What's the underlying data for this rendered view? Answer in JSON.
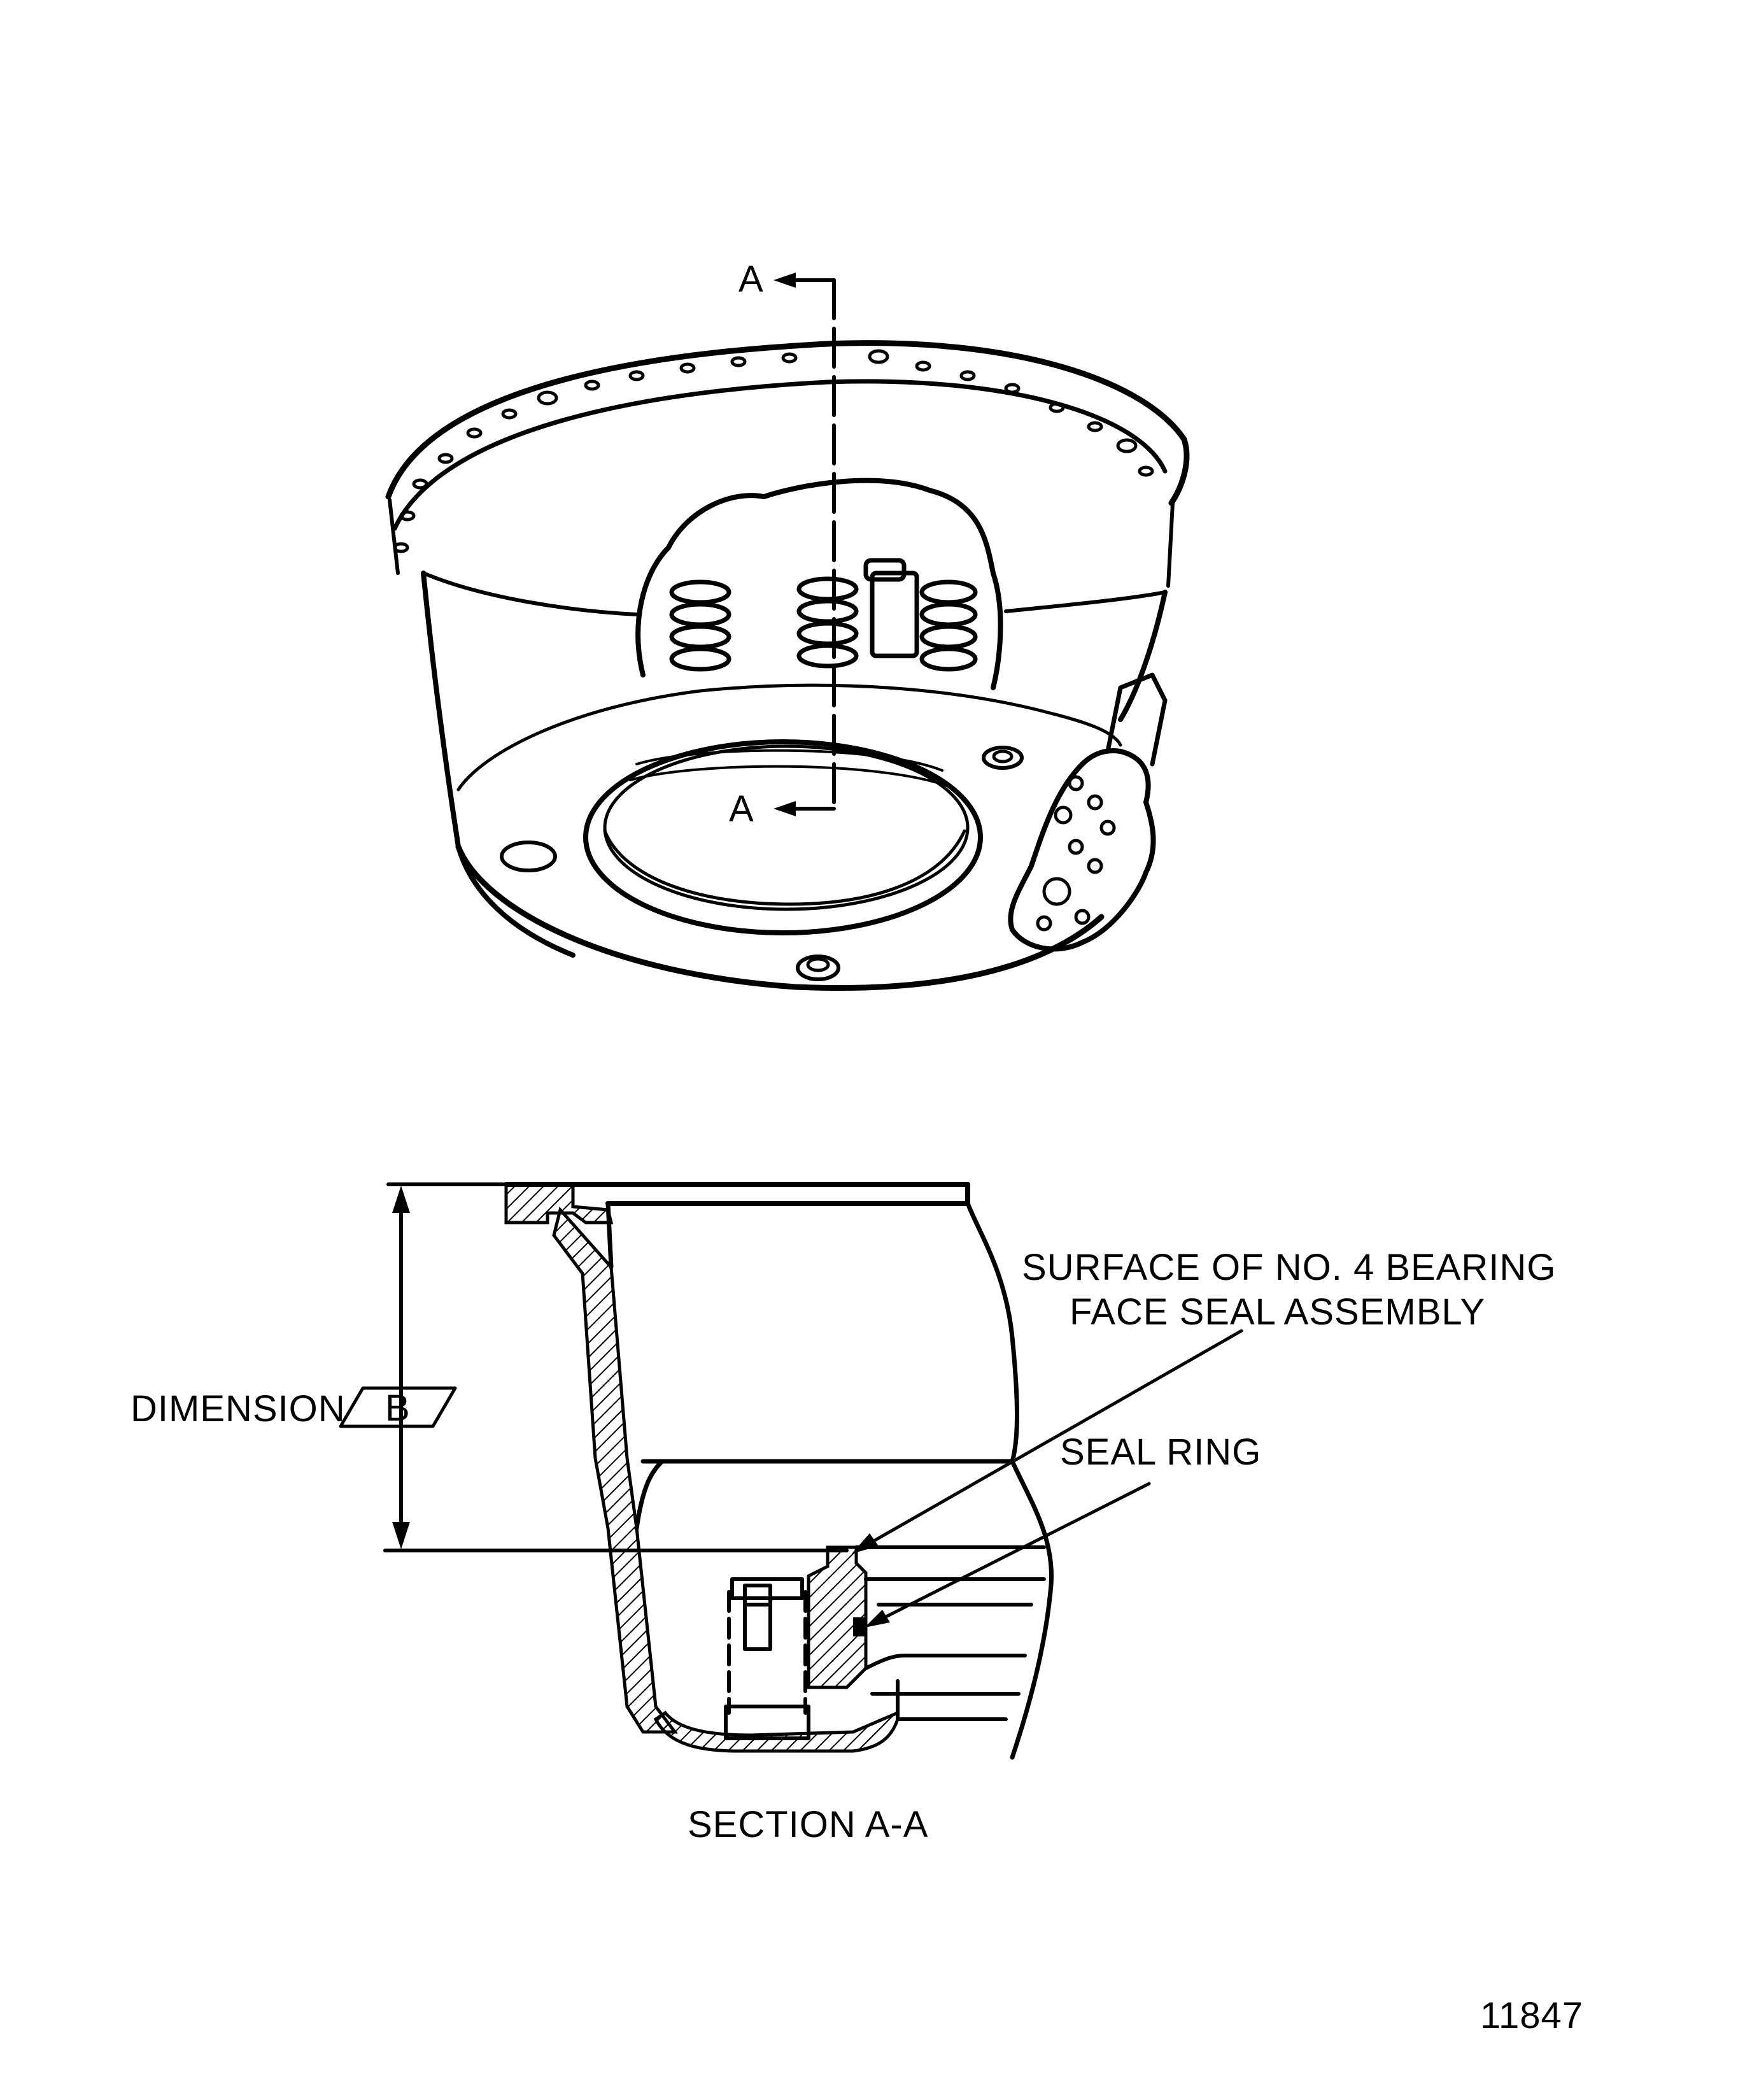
{
  "figure": {
    "section_marker_top": "A",
    "section_marker_bottom": "A",
    "callout_surface_line1": "SURFACE OF NO. 4 BEARING",
    "callout_surface_line2": "FACE SEAL ASSEMBLY",
    "callout_seal_ring": "SEAL RING",
    "dimension_label": "DIMENSION",
    "dimension_symbol": "B",
    "section_caption": "SECTION A-A",
    "figure_number": "11847"
  }
}
